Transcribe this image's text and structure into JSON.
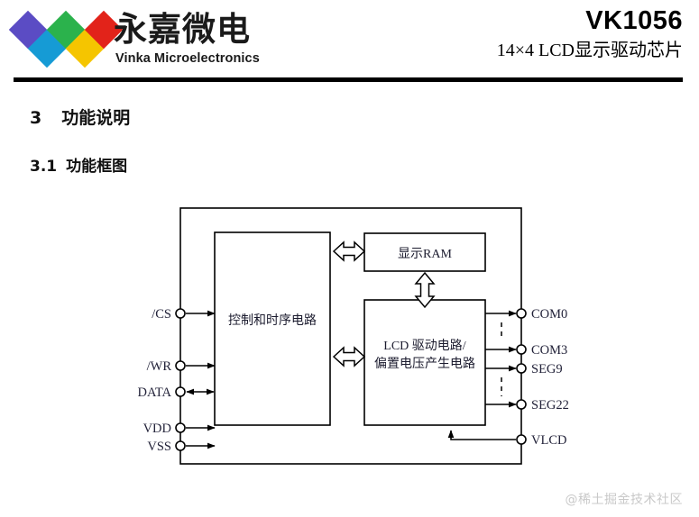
{
  "header": {
    "logo": {
      "name_cn": "永嘉微电",
      "name_en": "Vinka Microelectronics",
      "diamonds": [
        {
          "name": "diamond-purple",
          "color": "#5B4CC4"
        },
        {
          "name": "diamond-blue",
          "color": "#169BD5"
        },
        {
          "name": "diamond-green",
          "color": "#2BB24C"
        },
        {
          "name": "diamond-yellow",
          "color": "#F5C500"
        },
        {
          "name": "diamond-red",
          "color": "#E2231A"
        }
      ]
    },
    "part_number": "VK1056",
    "subtitle": "14×4  LCD显示驱动芯片",
    "rule_color": "#000000"
  },
  "sections": {
    "chapter": {
      "number": "3",
      "title": "功能说明"
    },
    "subsection": {
      "number": "3.1",
      "title": "功能框图"
    }
  },
  "diagram": {
    "blocks": {
      "control": "控制和时序电路",
      "display_ram": "显示RAM",
      "lcd_driver_line1": "LCD 驱动电路/",
      "lcd_driver_line2": "偏置电压产生电路"
    },
    "input_pins": [
      {
        "label": "/CS",
        "direction": "in"
      },
      {
        "label": "/WR",
        "direction": "in"
      },
      {
        "label": "DATA",
        "direction": "bidirectional"
      },
      {
        "label": "VDD",
        "direction": "in"
      },
      {
        "label": "VSS",
        "direction": "in"
      }
    ],
    "output_pins": [
      {
        "label": "COM0",
        "direction": "out"
      },
      {
        "label": "COM3",
        "direction": "out"
      },
      {
        "label": "SEG9",
        "direction": "out"
      },
      {
        "label": "SEG22",
        "direction": "out"
      },
      {
        "label": "VLCD",
        "direction": "in"
      }
    ]
  },
  "watermark": "@稀土掘金技术社区"
}
